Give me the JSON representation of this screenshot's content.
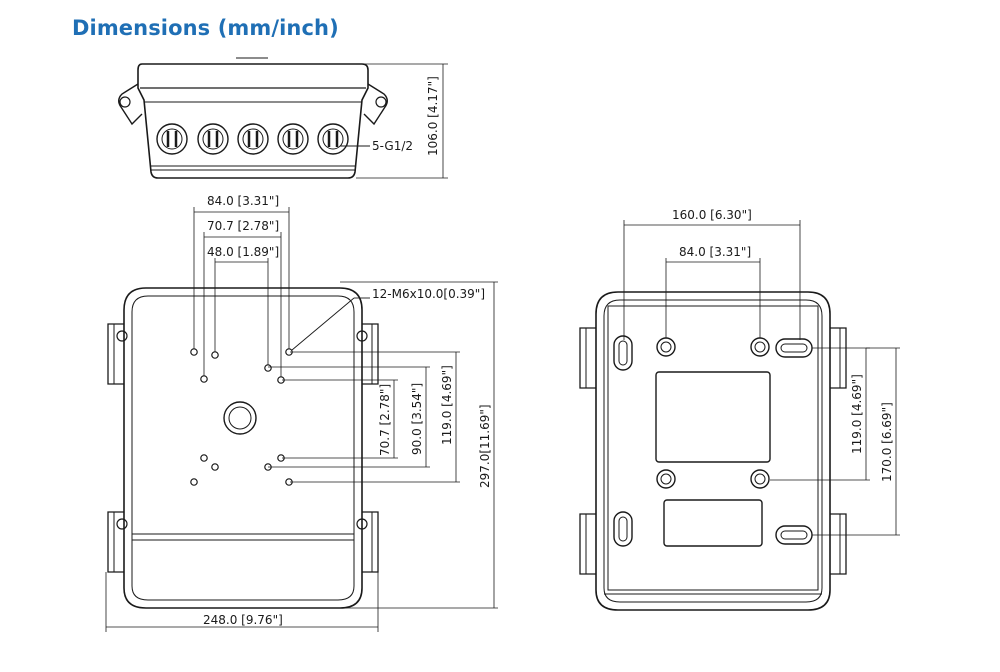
{
  "title": "Dimensions (mm/inch)",
  "top_view": {
    "height_label": "106.0 [4.17\"]",
    "port_label": "5-G1/2"
  },
  "front_view": {
    "width_84": "84.0 [3.31\"]",
    "width_70": "70.7 [2.78\"]",
    "width_48": "48.0 [1.89\"]",
    "thread_label": "12-M6x10.0[0.39\"]",
    "h_70": "70.7 [2.78\"]",
    "h_90": "90.0 [3.54\"]",
    "h_119": "119.0 [4.69\"]",
    "h_297": "297.0[11.69\"]",
    "bottom_width": "248.0 [9.76\"]"
  },
  "back_view": {
    "width_160": "160.0 [6.30\"]",
    "width_84": "84.0 [3.31\"]",
    "h_119": "119.0 [4.69\"]",
    "h_170": "170.0 [6.69\"]"
  }
}
